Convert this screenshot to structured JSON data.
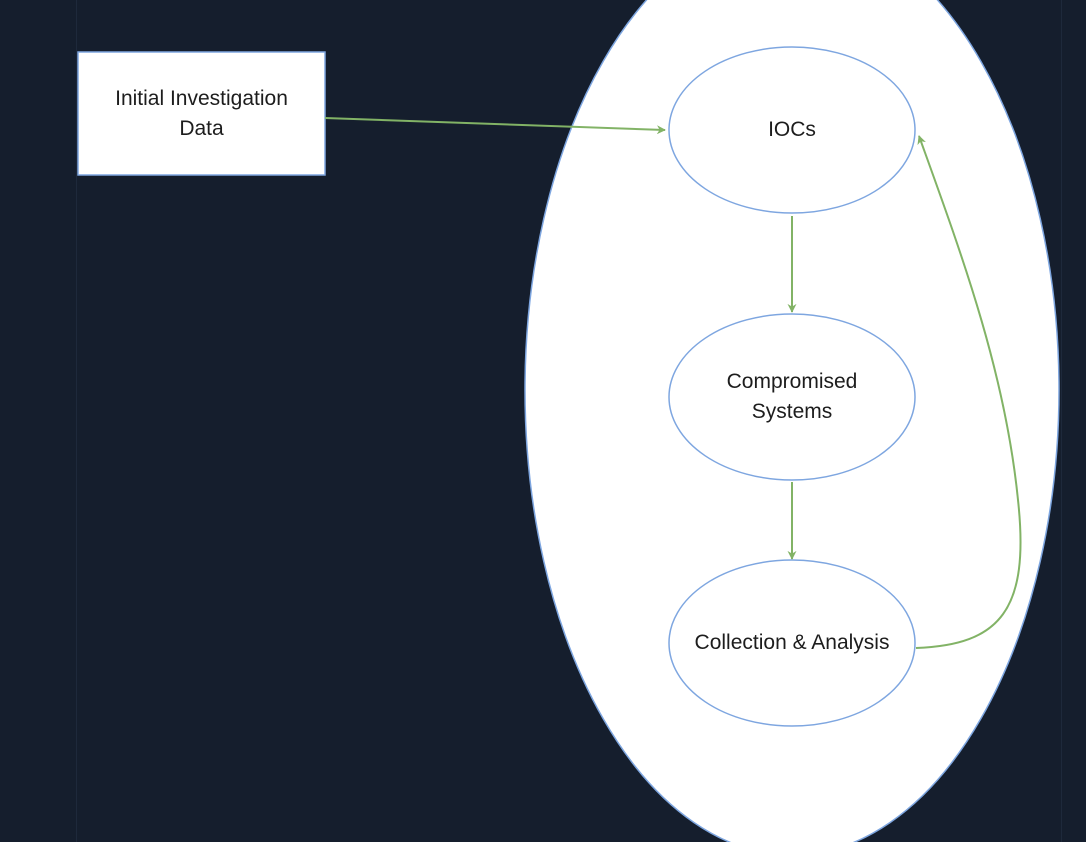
{
  "colors": {
    "background": "#151e2d",
    "shape_fill": "#ffffff",
    "shape_stroke": "#7ea6e0",
    "edge": "#82b366",
    "text": "#1d1d1d"
  },
  "nodes": {
    "source_box": {
      "label": "Initial Investigation\nData"
    },
    "iocs": {
      "label": "IOCs"
    },
    "compromised_systems": {
      "label": "Compromised\nSystems"
    },
    "collection_analysis": {
      "label": "Collection & Analysis"
    }
  }
}
